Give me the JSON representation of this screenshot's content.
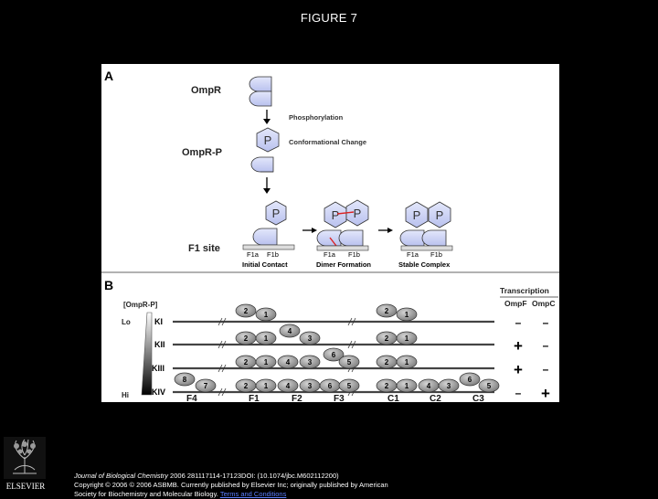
{
  "page": {
    "title": "FIGURE 7"
  },
  "panel_a": {
    "letter": "A",
    "ompr": "OmpR",
    "ompr_p": "OmpR-P",
    "f1_site": "F1 site",
    "step1": "Phosphorylation",
    "step2": "Conformational Change",
    "p": "P",
    "f1a": "F1a",
    "f1b": "F1b",
    "stage1": "Initial Contact",
    "stage2": "Dimer Formation",
    "stage3": "Stable Complex"
  },
  "panel_b": {
    "letter": "B",
    "conc_label": "[OmpR-P]",
    "lo": "Lo",
    "hi": "Hi",
    "rows": [
      "KI",
      "KII",
      "KIII",
      "KIV"
    ],
    "transcription": "Transcription",
    "ompf": "OmpF",
    "ompc": "OmpC",
    "ompf_marks": [
      "–",
      "+",
      "+",
      "–"
    ],
    "ompc_marks": [
      "–",
      "–",
      "–",
      "+"
    ],
    "sites": [
      "F4",
      "F1",
      "F2",
      "F3",
      "C1",
      "C2",
      "C3"
    ],
    "ovals": {
      "KI_top": [
        "2",
        "1"
      ],
      "KI_bot": [
        "2",
        "1"
      ],
      "KII_top": [
        "4"
      ],
      "KII_bot": [
        "2",
        "1",
        "3"
      ],
      "KII_c": [
        "2",
        "1"
      ],
      "KIII_top": [
        "6"
      ],
      "KIII_bot": [
        "2",
        "1",
        "4",
        "3",
        "5"
      ],
      "KIII_c": [
        "2",
        "1"
      ],
      "KIV_top": [
        "8"
      ],
      "KIV_bot": [
        "7",
        "2",
        "1",
        "4",
        "3",
        "6",
        "5"
      ],
      "KIV_c": [
        "2",
        "1",
        "4",
        "3",
        "5"
      ],
      "KIV_c_top": [
        "6"
      ]
    }
  },
  "citation": {
    "journal": "Journal of Biological Chemistry",
    "details": " 2006 281117114-17123DOI: (10.1074/jbc.M602112200)",
    "line2": "Copyright © 2006 © 2006 ASBMB. Currently published by Elsevier Inc; originally published by American",
    "line3": "Society for Biochemistry and Molecular Biology.",
    "link": "Terms and Conditions"
  },
  "publisher": {
    "name": "ELSEVIER"
  }
}
